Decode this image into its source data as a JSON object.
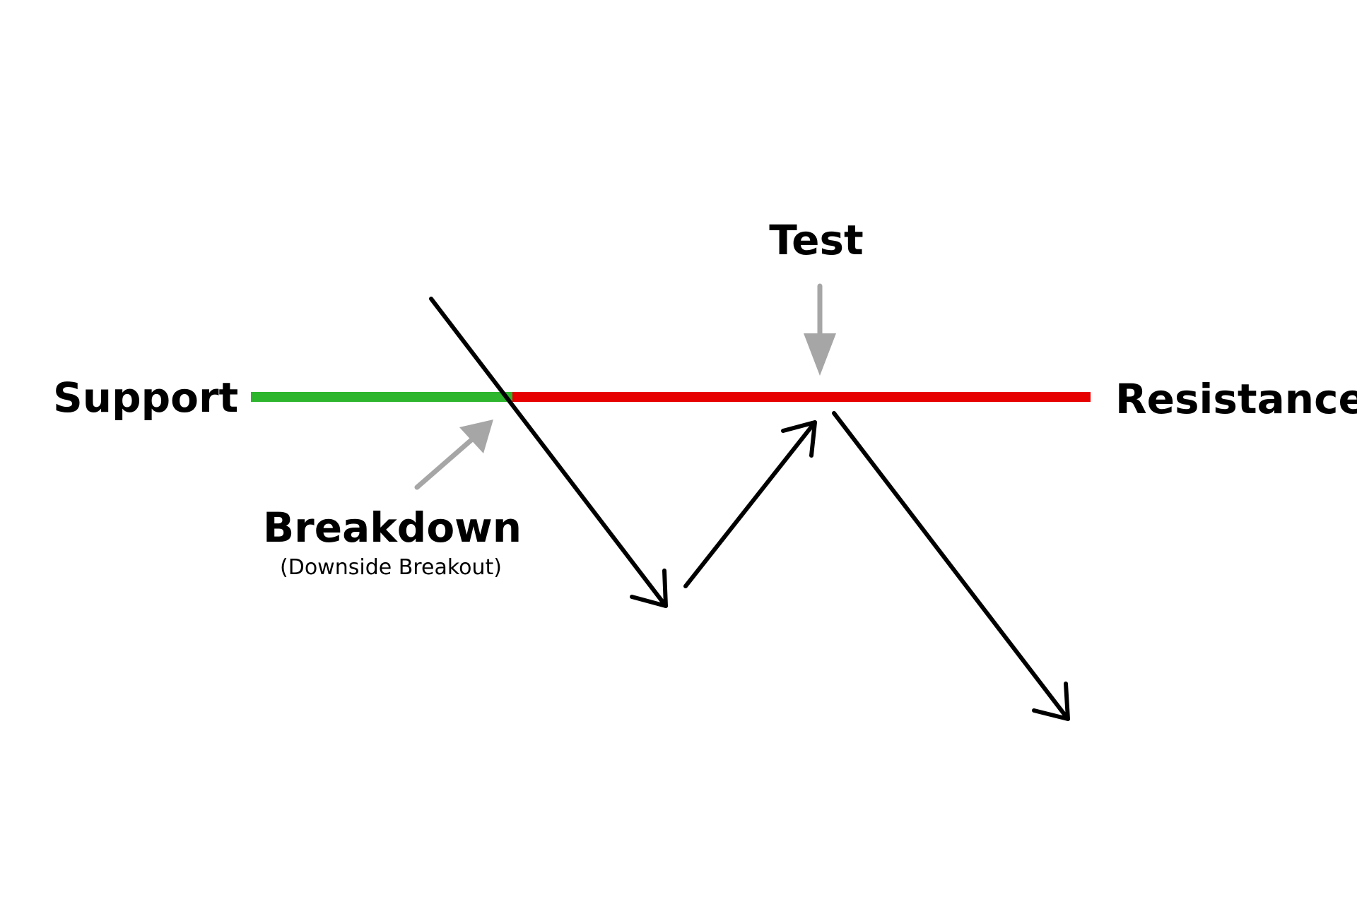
{
  "labels": {
    "support": "Support",
    "resistance": "Resistance",
    "test": "Test",
    "breakdown": "Breakdown",
    "breakdown_sub": "(Downside Breakout)"
  },
  "colors": {
    "support_line": "#2db52d",
    "resistance_line": "#e60000",
    "price_arrow": "#000000",
    "pointer_arrow": "#a6a6a6",
    "background": "#ffffff"
  },
  "icons": {
    "price_arrows": "arrow-icon",
    "pointers": "pointer-arrow-icon"
  }
}
